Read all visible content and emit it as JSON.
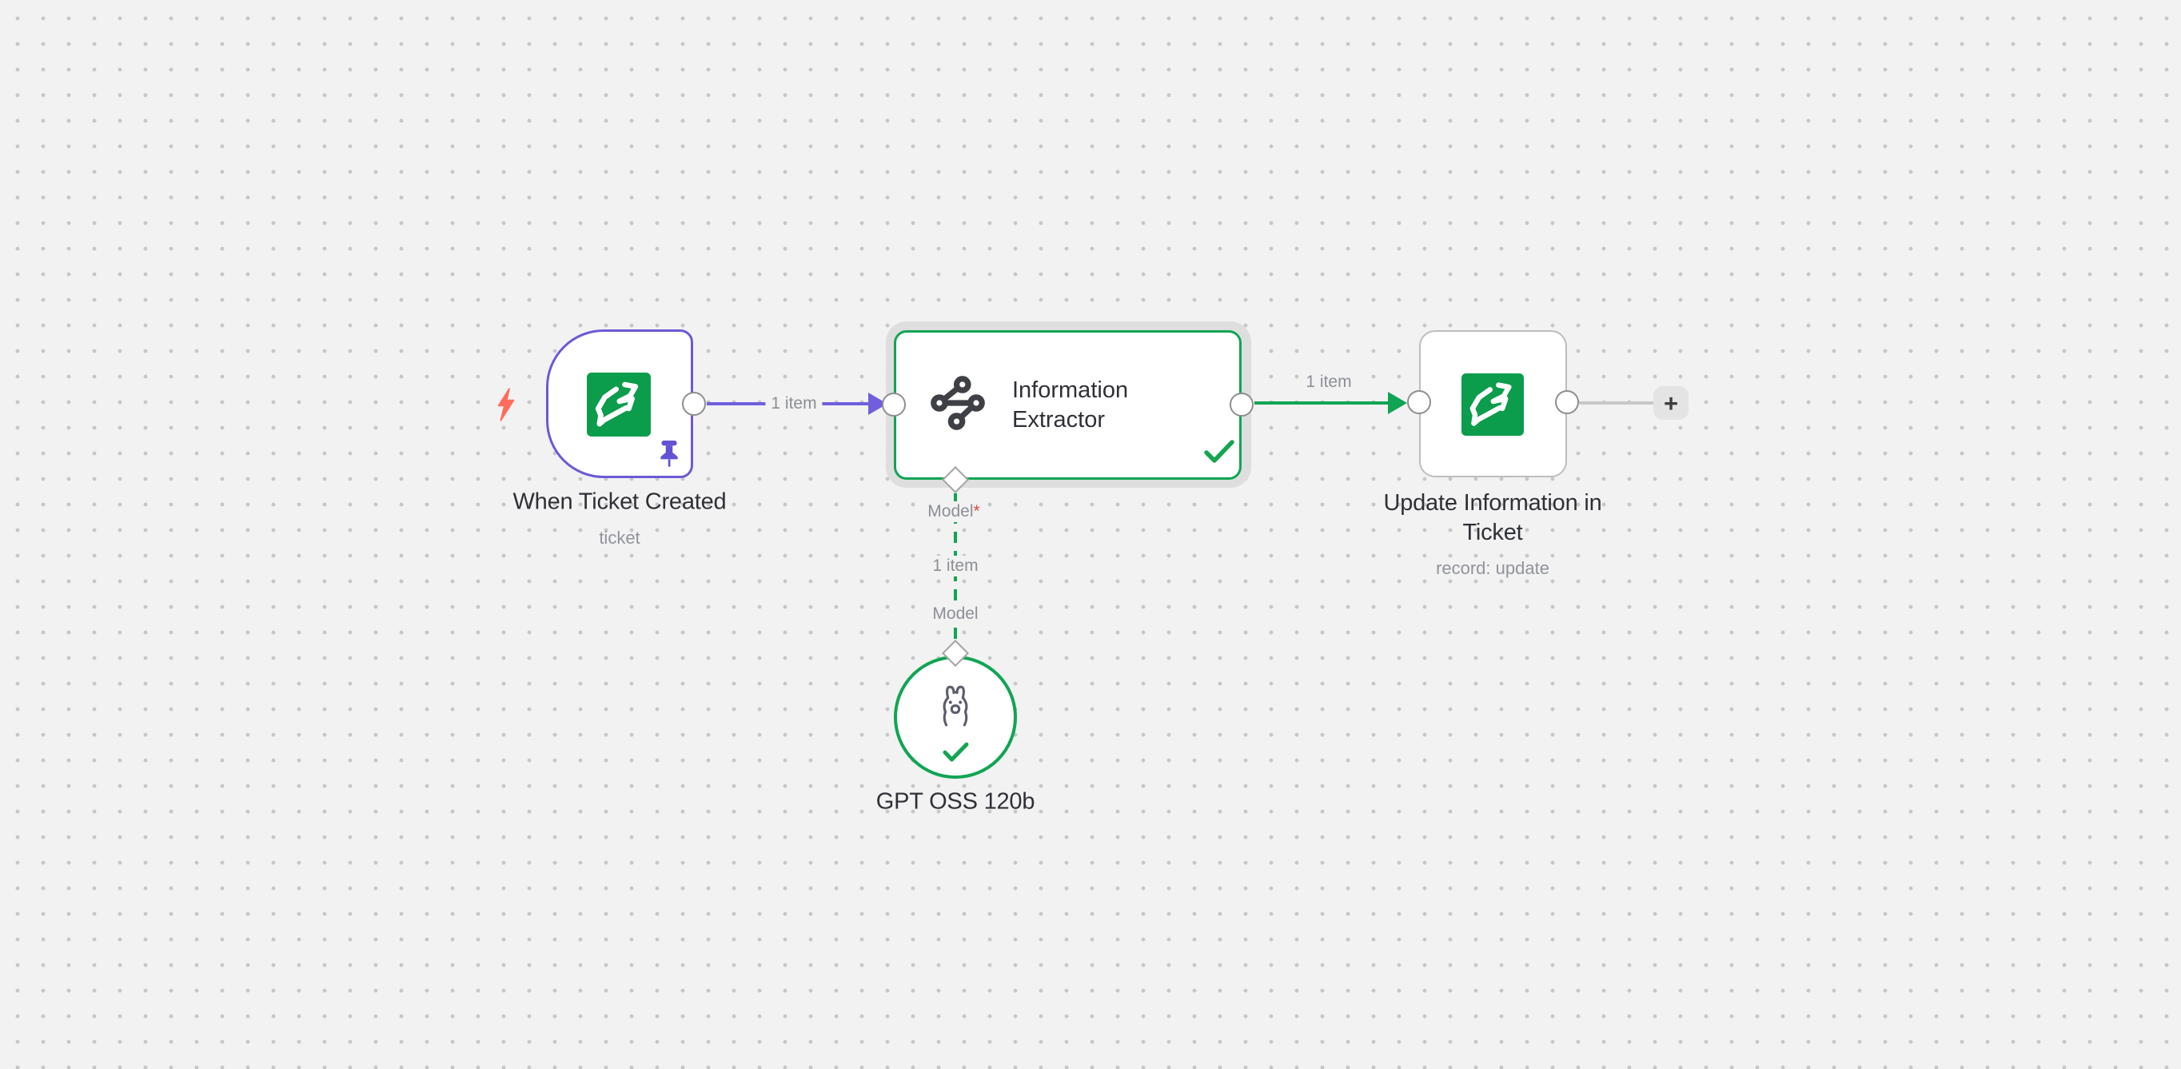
{
  "canvas": {
    "background_color": "#f2f2f2",
    "dot_color": "#c7c7c7"
  },
  "colors": {
    "purple_accent": "#6b5ad6",
    "green_accent": "#10a553",
    "zammad_green": "#0b9c4c",
    "coral_trigger": "#ff6d5a",
    "gray_line": "#c8c8c8"
  },
  "nodes": {
    "trigger": {
      "title": "When Ticket Created",
      "subtitle": "ticket",
      "icon": "zammad-icon",
      "pinned": true
    },
    "extractor": {
      "title": "Information Extractor",
      "icon": "information-extractor-icon",
      "status": "success"
    },
    "update": {
      "title": "Update Information in Ticket",
      "subtitle": "record: update",
      "icon": "zammad-icon"
    },
    "model": {
      "title": "GPT OSS 120b",
      "icon": "llama-icon",
      "status": "success"
    }
  },
  "connections": {
    "trigger_to_extractor": {
      "label": "1 item"
    },
    "extractor_to_update": {
      "label": "1 item"
    },
    "extractor_to_model": {
      "endpoint_label": "Model",
      "required_mark": "*",
      "items_label": "1 item",
      "input_label": "Model"
    }
  },
  "controls": {
    "add_node_label": "+"
  }
}
